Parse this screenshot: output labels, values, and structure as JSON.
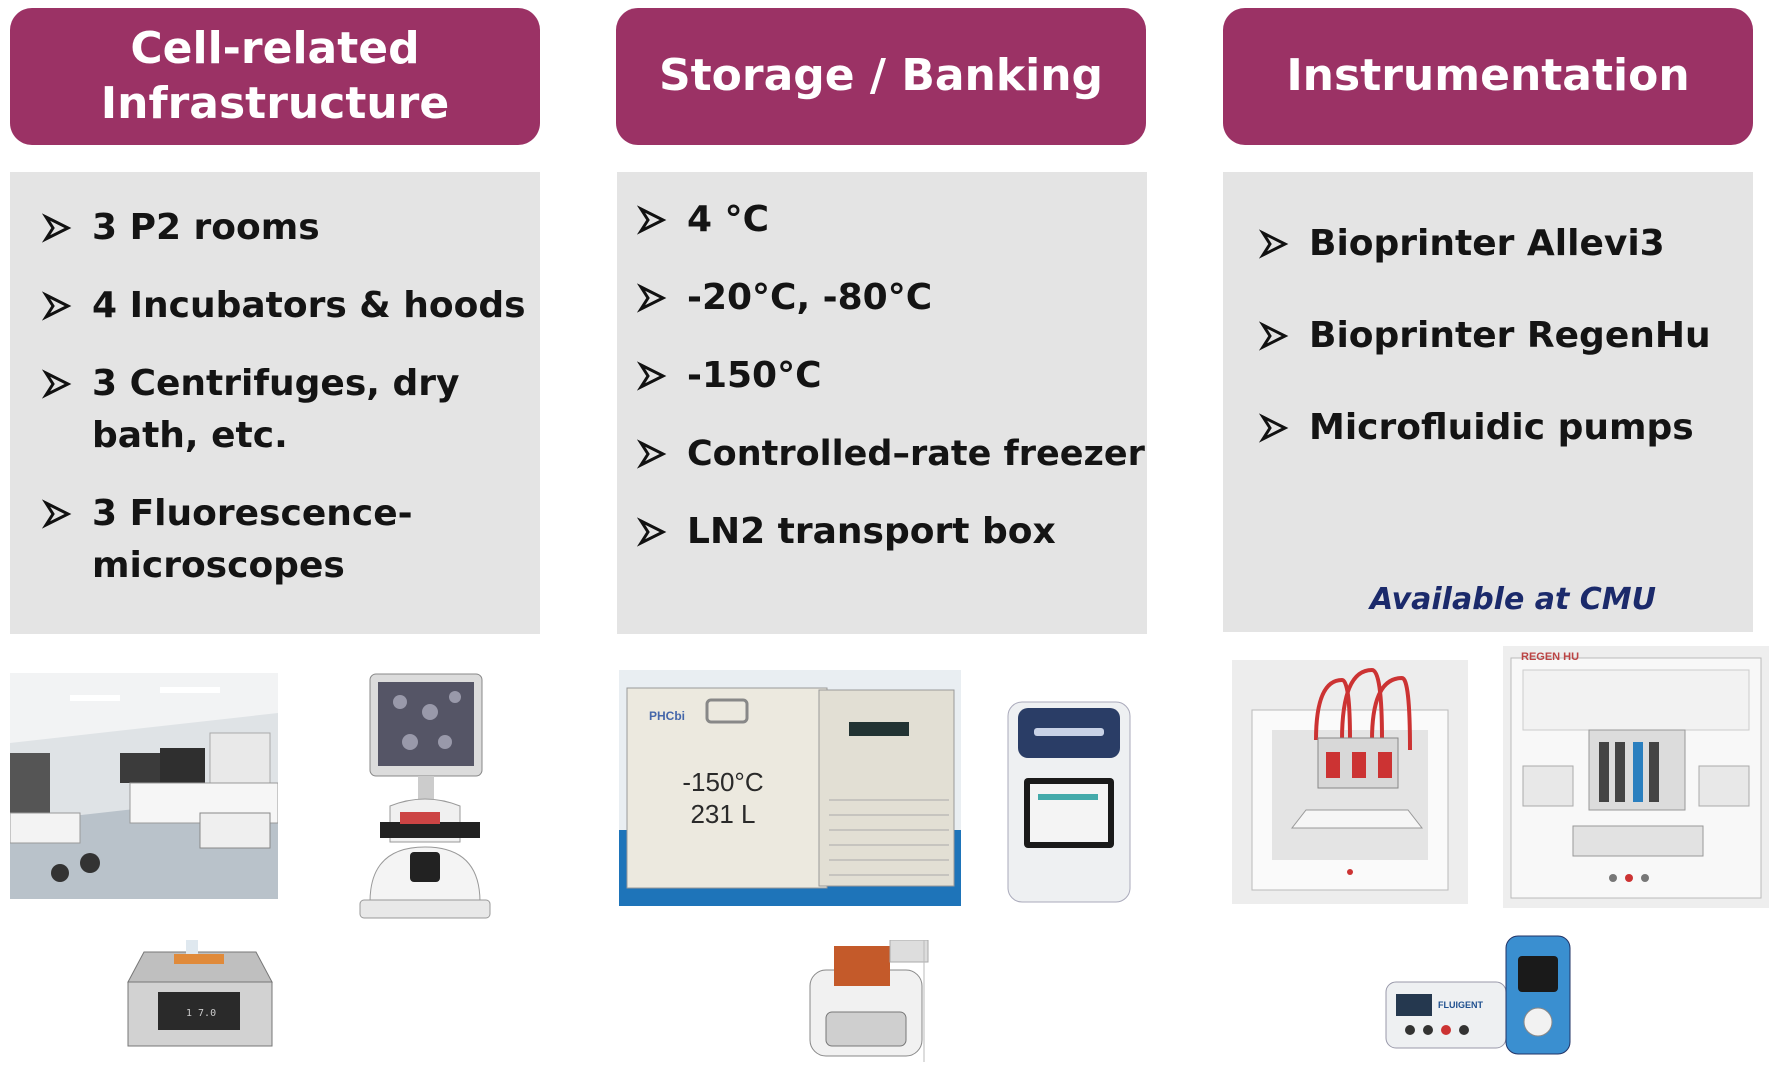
{
  "columns": [
    {
      "header": "Cell-related\nInfrastructure",
      "items": [
        "3 P2 rooms",
        "4 Incubators & hoods",
        "3 Centrifuges, dry\nbath, etc.",
        "3 Fluorescence-\nmicroscopes"
      ]
    },
    {
      "header": "Storage / Banking",
      "items": [
        " 4 °C",
        "-20°C, -80°C",
        "-150°C",
        "Controlled–rate freezer",
        "LN2 transport box"
      ]
    },
    {
      "header": "Instrumentation",
      "items": [
        "Bioprinter Allevi3",
        "Bioprinter RegenHu",
        "Microfluidic pumps"
      ],
      "note": "Available at CMU"
    }
  ],
  "freezer_label": "-150°C\n231 L",
  "colors": {
    "header_bg": "#9b3265",
    "panel_bg": "#e4e4e4",
    "note_text": "#1b2a6b"
  },
  "icons": {
    "bullet": "arrowhead-bullet-icon"
  }
}
